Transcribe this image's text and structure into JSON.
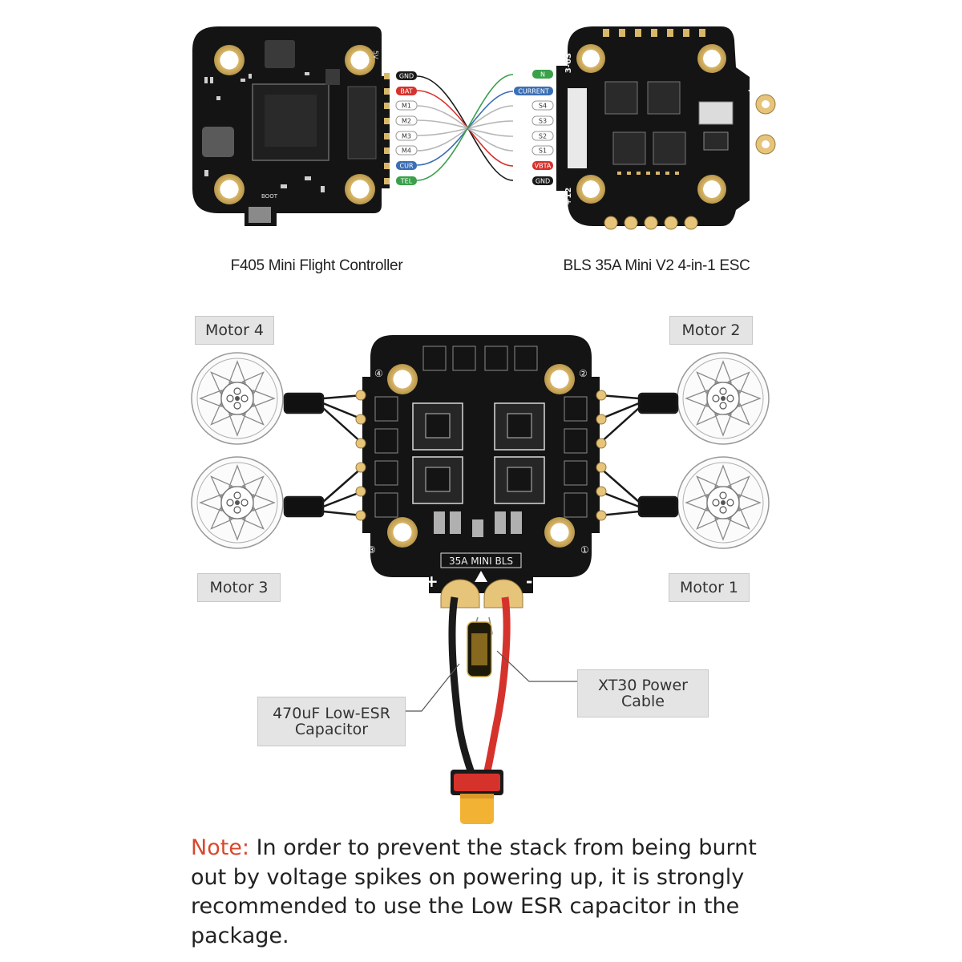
{
  "fc": {
    "caption": "F405 Mini Flight Controller",
    "pins": [
      "GND",
      "BAT",
      "M1",
      "M2",
      "M3",
      "M4",
      "CUR",
      "TEL"
    ],
    "silk_top": "5V",
    "boot": "BOOT"
  },
  "esc_top": {
    "caption": "BLS 35A Mini V2 4-in-1 ESC",
    "pins": [
      "N",
      "CURRENT",
      "S4",
      "S3",
      "S2",
      "S1",
      "VBTA",
      "GND"
    ],
    "silk_voltage": "3-6S",
    "silk_plus": "+12",
    "silk_minus": "-",
    "plus_sign": "+"
  },
  "esc_main": {
    "silk": "35A MINI BLS",
    "plus": "+",
    "minus": "-",
    "corners": [
      "④",
      "②",
      "③",
      "①"
    ]
  },
  "motors": {
    "motor4": "Motor 4",
    "motor2": "Motor 2",
    "motor3": "Motor 3",
    "motor1": "Motor 1"
  },
  "callouts": {
    "capacitor": [
      "470uF Low-ESR",
      "Capacitor"
    ],
    "cable": [
      "XT30 Power",
      "Cable"
    ]
  },
  "note": {
    "prefix": "Note:",
    "text": " In order to prevent the stack from being burnt out by voltage spikes on powering up, it is strongly recommended to use the Low ESR capacitor in the package."
  },
  "colors": {
    "board": "#141414",
    "pad_gold": "#d8b76a",
    "note_accent": "#d9482b",
    "label_bg": "#e4e4e4",
    "wire_red": "#d6322c",
    "wire_black": "#1a1a1a",
    "xt30": "#f2b233"
  }
}
